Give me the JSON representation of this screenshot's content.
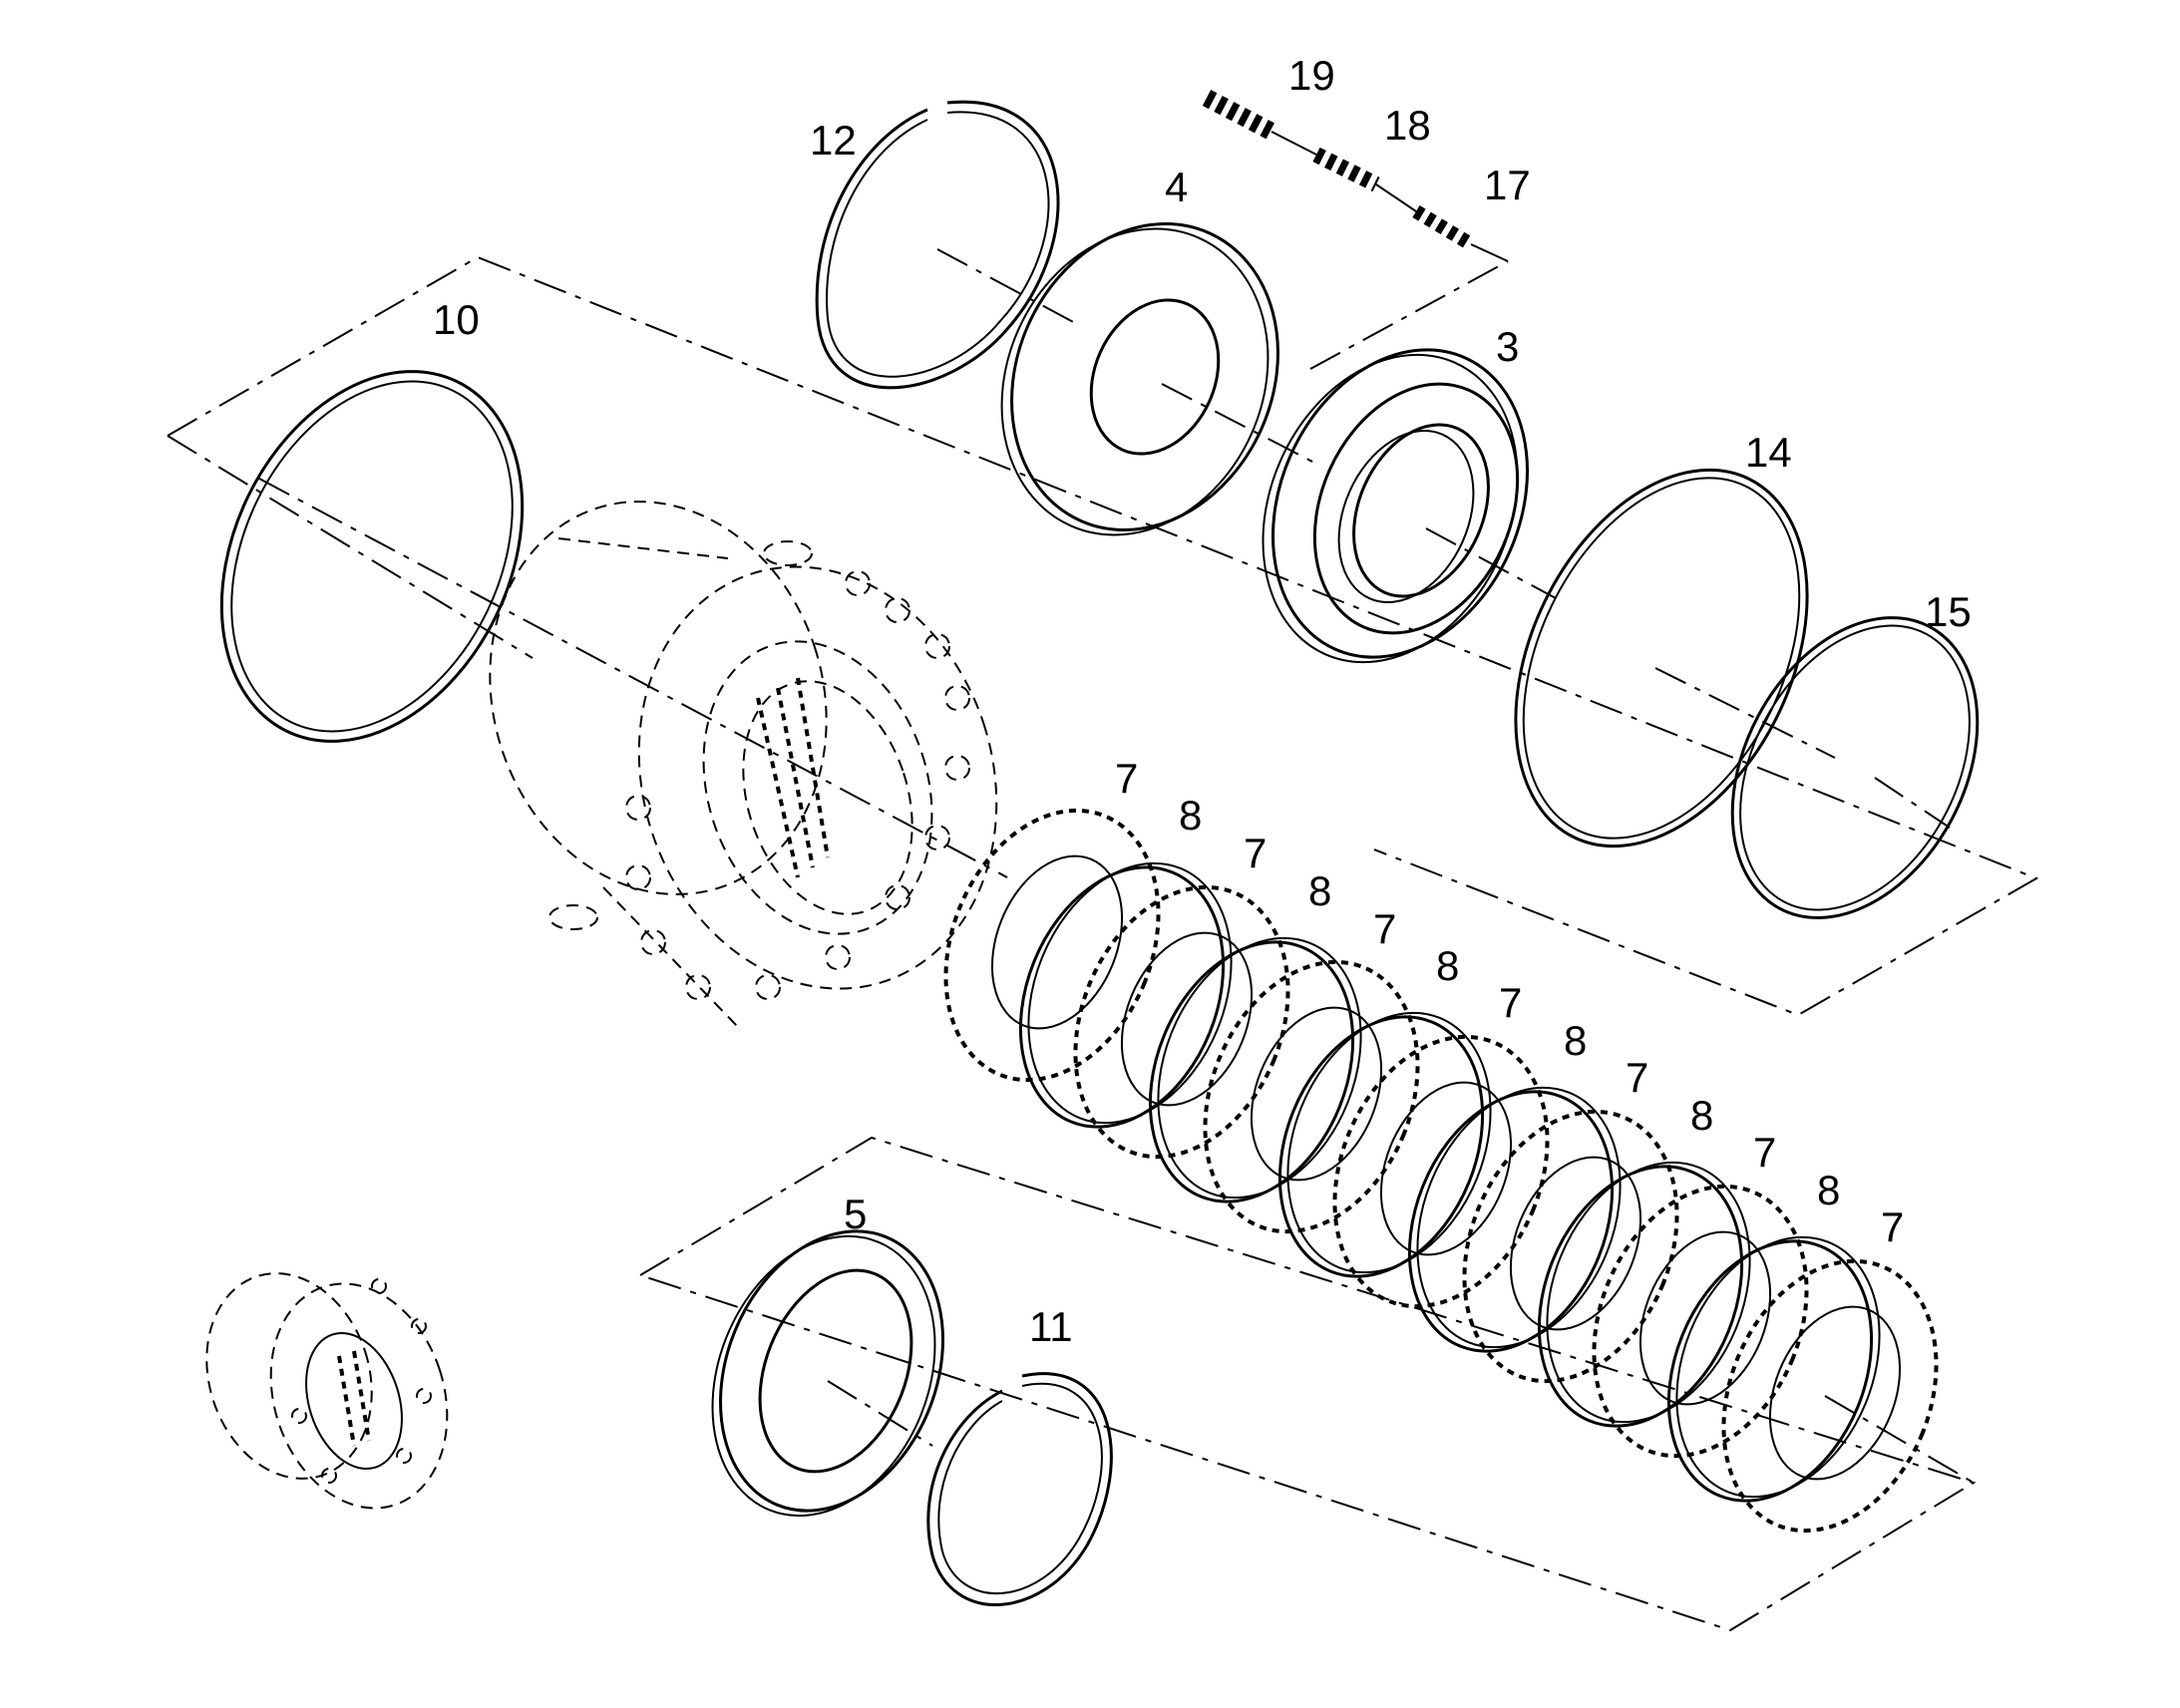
{
  "diagram": {
    "callouts": {
      "c3": "3",
      "c4": "4",
      "c5": "5",
      "c7": "7",
      "c8": "8",
      "c10": "10",
      "c11": "11",
      "c12": "12",
      "c14": "14",
      "c15": "15",
      "c17": "17",
      "c18": "18",
      "c19": "19"
    },
    "colors": {
      "line": "#000000",
      "background": "#ffffff"
    }
  }
}
